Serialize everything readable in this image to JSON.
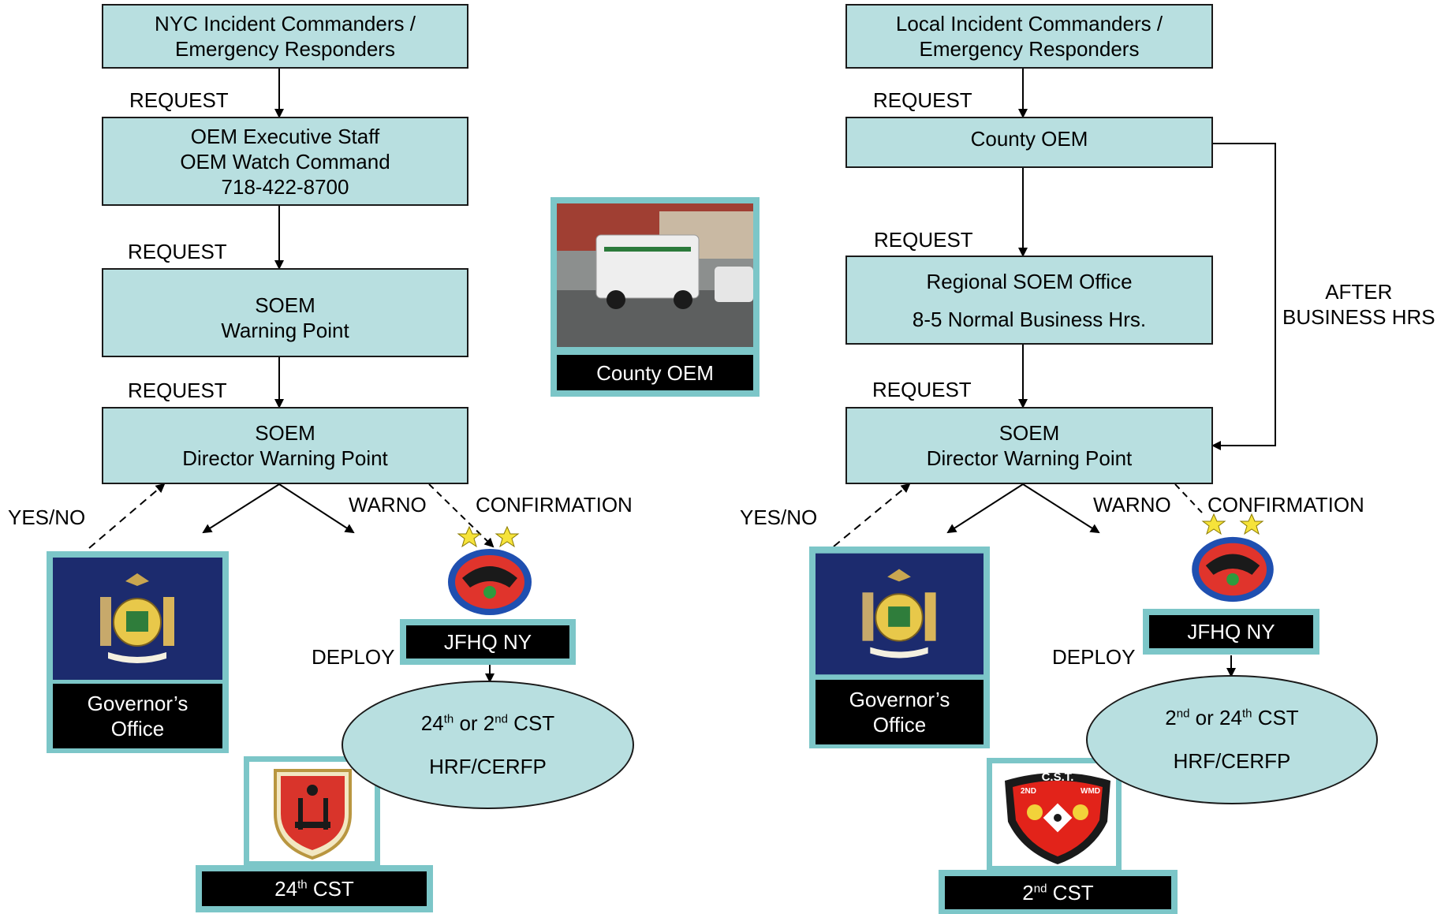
{
  "left": {
    "top_box": [
      "NYC Incident Commanders /",
      "Emergency Responders"
    ],
    "req1": "REQUEST",
    "oem_box": [
      "OEM Executive Staff",
      "OEM Watch Command",
      "718-422-8700"
    ],
    "req2": "REQUEST",
    "soem_box": [
      "SOEM",
      "Warning Point"
    ],
    "req3": "REQUEST",
    "director_box": [
      "SOEM",
      "Director Warning Point"
    ],
    "yesno": "YES/NO",
    "warno": "WARNO",
    "confirmation": "CONFIRMATION",
    "governor": [
      "Governor’s",
      "Office"
    ],
    "deploy": "DEPLOY",
    "jfhq": "JFHQ NY",
    "oval": {
      "line1_a": "24",
      "line1_sup_a": "th",
      "line1_b": " or 2",
      "line1_sup_b": "nd",
      "line1_c": " CST",
      "line2": "HRF/CERFP"
    },
    "cst_label": {
      "num": "24",
      "sup": "th",
      "rest": " CST"
    }
  },
  "middle": {
    "photo_label": "County OEM"
  },
  "right": {
    "top_box": [
      "Local Incident Commanders /",
      "Emergency Responders"
    ],
    "req1": "REQUEST",
    "county_box": "County OEM",
    "req2": "REQUEST",
    "regional_box": [
      "Regional SOEM Office",
      "8-5 Normal Business Hrs."
    ],
    "req3": "REQUEST",
    "after_hours": [
      "AFTER",
      "BUSINESS HRS"
    ],
    "director_box": [
      "SOEM",
      "Director Warning Point"
    ],
    "yesno": "YES/NO",
    "warno": "WARNO",
    "confirmation": "CONFIRMATION",
    "governor": [
      "Governor’s",
      "Office"
    ],
    "deploy": "DEPLOY",
    "jfhq": "JFHQ NY",
    "oval": {
      "line1_a": "2",
      "line1_sup_a": "nd",
      "line1_b": " or 24",
      "line1_sup_b": "th",
      "line1_c": " CST",
      "line2": "HRF/CERFP"
    },
    "cst_label": {
      "num": "2",
      "sup": "nd",
      "rest": " CST"
    },
    "shield_text": {
      "top": "C.S.T.",
      "left": "2ND",
      "right": "WMD"
    }
  },
  "colors": {
    "box_fill": "#b8dfe0",
    "frame": "#7cc6c8",
    "flag_blue": "#1c2b6e",
    "label_bg": "#000000"
  }
}
